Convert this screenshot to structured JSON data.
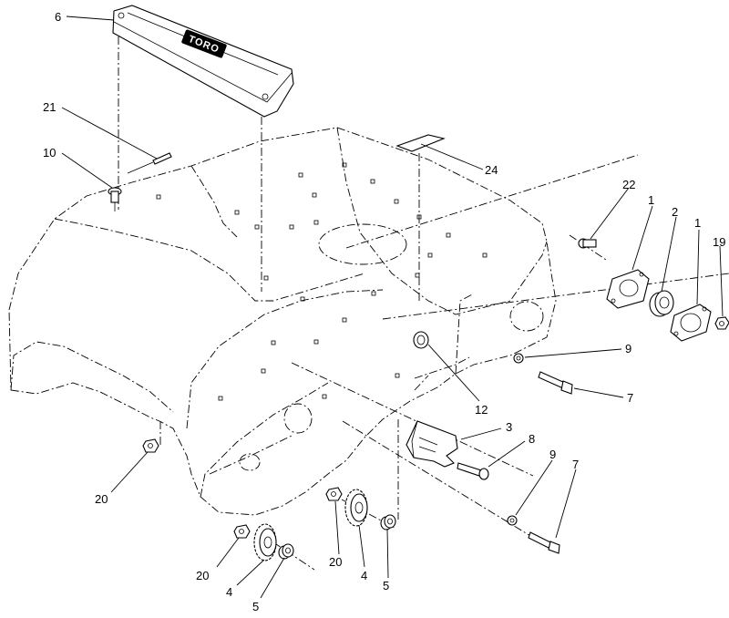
{
  "brand_label": "TORO",
  "callouts": [
    {
      "id": "c6",
      "text": "6"
    },
    {
      "id": "c21",
      "text": "21"
    },
    {
      "id": "c10",
      "text": "10"
    },
    {
      "id": "c24",
      "text": "24"
    },
    {
      "id": "c22",
      "text": "22"
    },
    {
      "id": "c1a",
      "text": "1"
    },
    {
      "id": "c2",
      "text": "2"
    },
    {
      "id": "c1b",
      "text": "1"
    },
    {
      "id": "c19",
      "text": "19"
    },
    {
      "id": "c9a",
      "text": "9"
    },
    {
      "id": "c7a",
      "text": "7"
    },
    {
      "id": "c12",
      "text": "12"
    },
    {
      "id": "c3",
      "text": "3"
    },
    {
      "id": "c8",
      "text": "8"
    },
    {
      "id": "c9b",
      "text": "9"
    },
    {
      "id": "c7b",
      "text": "7"
    },
    {
      "id": "c20a",
      "text": "20"
    },
    {
      "id": "c20b",
      "text": "20"
    },
    {
      "id": "c20c",
      "text": "20"
    },
    {
      "id": "c4a",
      "text": "4"
    },
    {
      "id": "c4b",
      "text": "4"
    },
    {
      "id": "c5a",
      "text": "5"
    },
    {
      "id": "c5b",
      "text": "5"
    }
  ]
}
